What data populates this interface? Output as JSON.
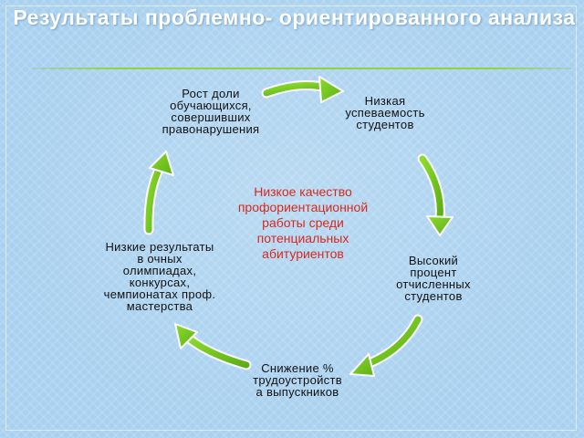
{
  "title": "Результаты проблемно-\nориентированного анализа :",
  "center_text": "Низкое качество\nпрофориентационной\nработы среди\nпотенциальных\nабитуриентов",
  "nodes": [
    "Рост доли\nобучающихся,\nсовершивших\nправонарушения",
    "Низкая\nуспеваемость\nстудентов",
    "Высокий\nпроцент\nотчисленных\nстудентов",
    "Снижение  %\nтрудоустройств\nа выпускников",
    "Низкие результаты\nв очных\nолимпиадах,\nконкурсах,\nчемпионатах  проф.\nмастерства"
  ],
  "colors": {
    "arrow": "#6fc31e",
    "center_text": "#d42a1f",
    "title": "#ffffff"
  }
}
